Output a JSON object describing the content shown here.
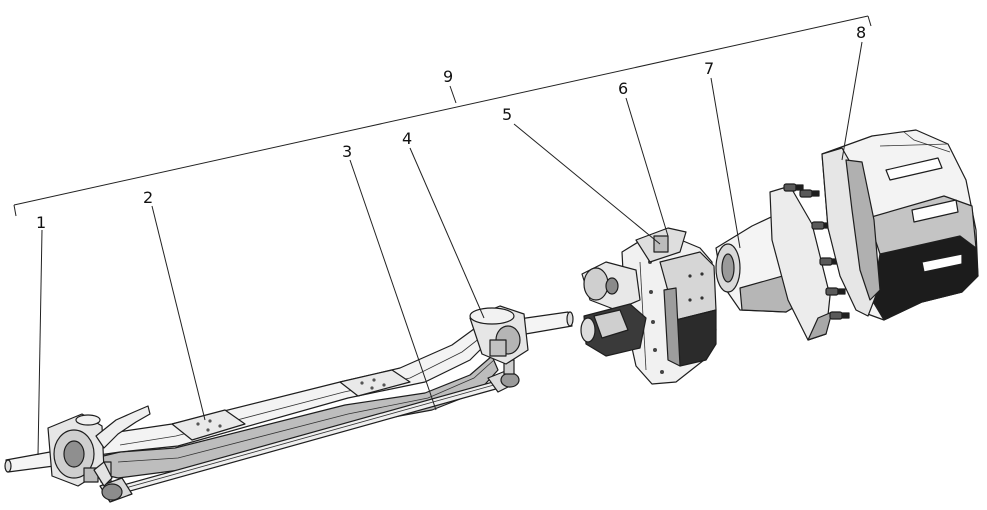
{
  "figure": {
    "labels": [
      {
        "id": "1",
        "text": "1"
      },
      {
        "id": "2",
        "text": "2"
      },
      {
        "id": "3",
        "text": "3"
      },
      {
        "id": "4",
        "text": "4"
      },
      {
        "id": "5",
        "text": "5"
      },
      {
        "id": "6",
        "text": "6"
      },
      {
        "id": "7",
        "text": "7"
      },
      {
        "id": "8",
        "text": "8"
      },
      {
        "id": "9",
        "text": "9"
      }
    ]
  },
  "colors": {
    "line": "#1e1e1e",
    "light": "#f2f2f2",
    "mid": "#c8c8c8",
    "dark": "#4a4a4a",
    "black": "#151515"
  }
}
